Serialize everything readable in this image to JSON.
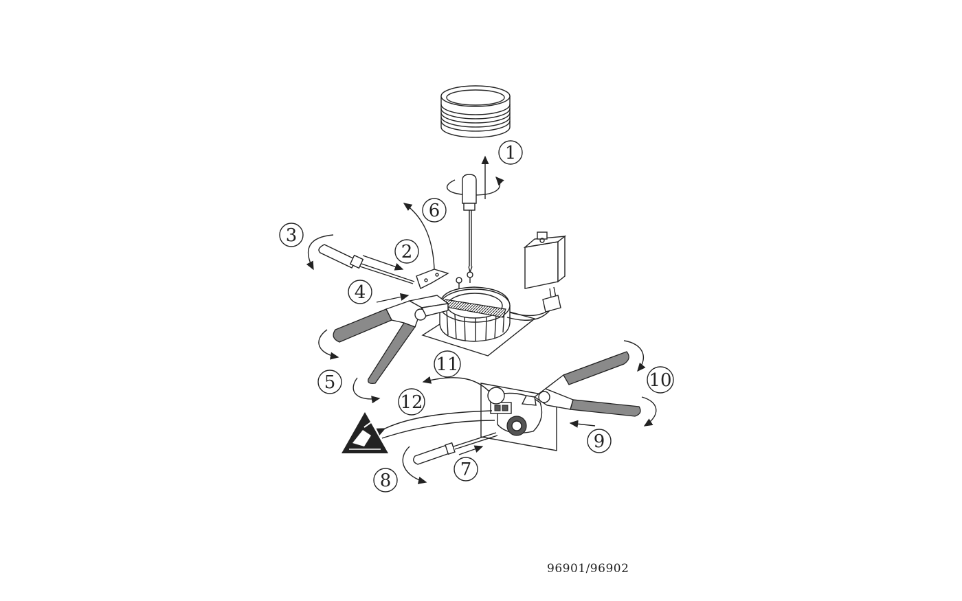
{
  "steps": [
    {
      "label": "1"
    },
    {
      "label": "2"
    },
    {
      "label": "3"
    },
    {
      "label": "4"
    },
    {
      "label": "5"
    },
    {
      "label": "6"
    },
    {
      "label": "7"
    },
    {
      "label": "8"
    },
    {
      "label": "9"
    },
    {
      "label": "10"
    },
    {
      "label": "11"
    },
    {
      "label": "12"
    }
  ],
  "model_code": "96901/96902",
  "colors": {
    "line": "#222222",
    "grip": "#8a8a8a",
    "background": "#ffffff"
  }
}
